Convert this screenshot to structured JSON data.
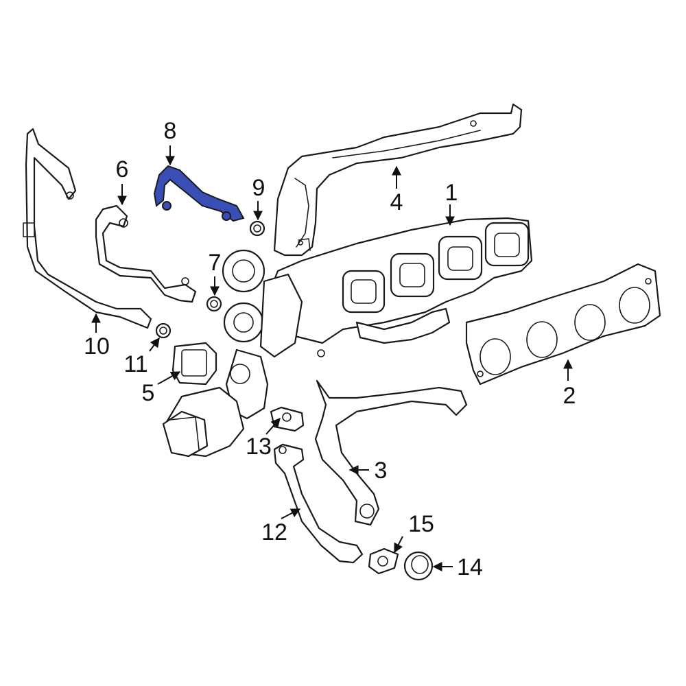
{
  "diagram": {
    "highlight_color": "#3a4fb5",
    "callouts": [
      {
        "id": "1",
        "label": "1"
      },
      {
        "id": "2",
        "label": "2"
      },
      {
        "id": "3",
        "label": "3"
      },
      {
        "id": "4",
        "label": "4"
      },
      {
        "id": "5",
        "label": "5"
      },
      {
        "id": "6",
        "label": "6"
      },
      {
        "id": "7",
        "label": "7"
      },
      {
        "id": "8",
        "label": "8"
      },
      {
        "id": "9",
        "label": "9"
      },
      {
        "id": "10",
        "label": "10"
      },
      {
        "id": "11",
        "label": "11"
      },
      {
        "id": "12",
        "label": "12"
      },
      {
        "id": "13",
        "label": "13"
      },
      {
        "id": "14",
        "label": "14"
      },
      {
        "id": "15",
        "label": "15"
      }
    ]
  }
}
